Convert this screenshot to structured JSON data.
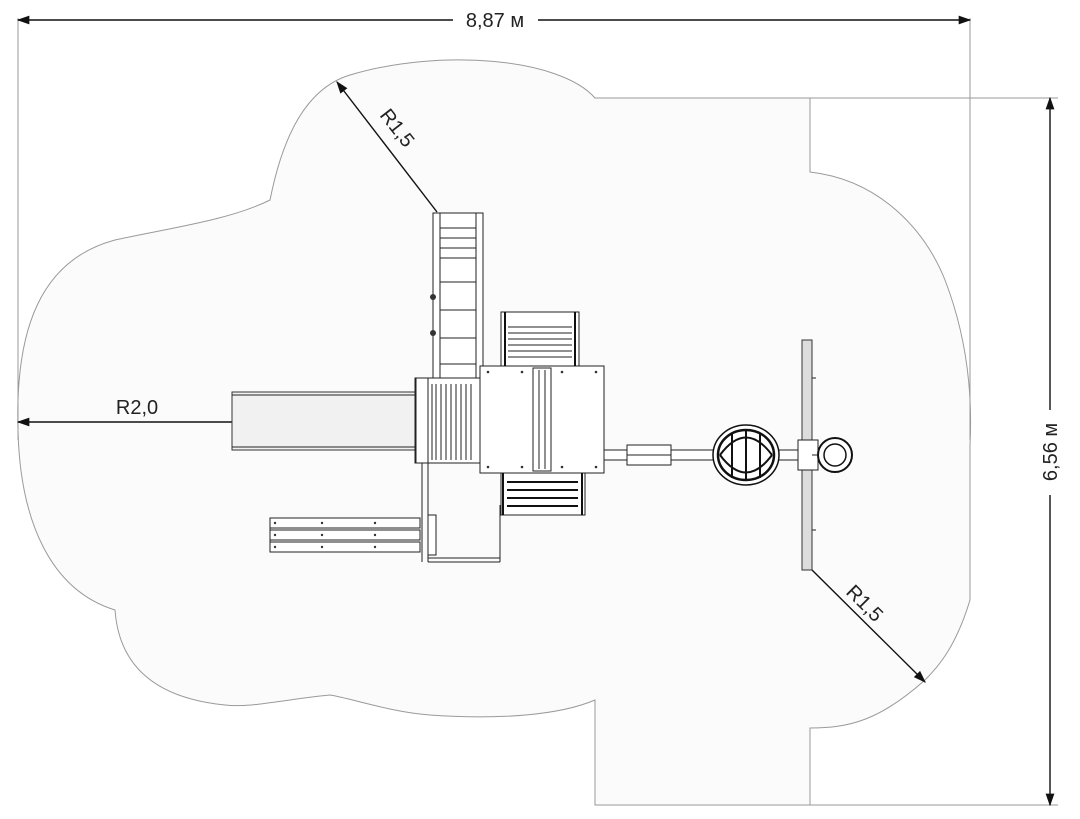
{
  "dimensions": {
    "width_label": "8,87 м",
    "height_label": "6,56 м",
    "radius_top_left": "R1,5",
    "radius_left": "R2,0",
    "radius_bottom_right": "R1,5"
  },
  "colors": {
    "zone_fill": "#fbfbfb",
    "zone_stroke": "#9a9a9a",
    "dimension_line": "#111111"
  }
}
